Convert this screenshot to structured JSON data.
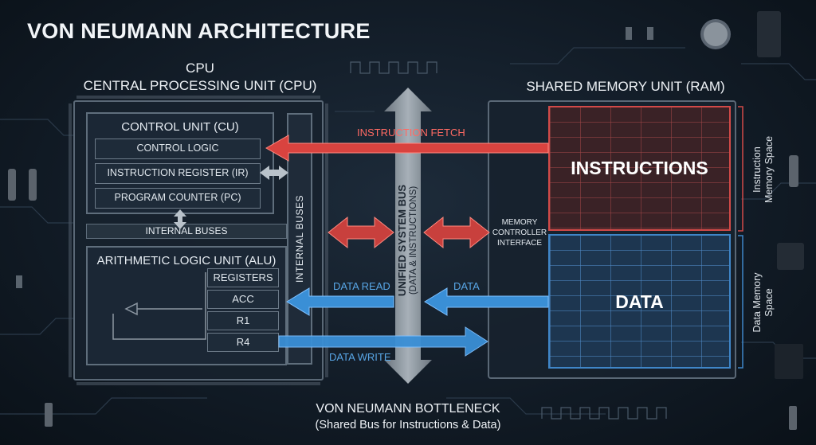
{
  "title": "VON NEUMANN ARCHITECTURE",
  "cpu": {
    "label_short": "CPU",
    "label_full": "CENTRAL PROCESSING UNIT (CPU)",
    "control_unit": {
      "title": "CONTROL UNIT (CU)",
      "items": [
        "CONTROL LOGIC",
        "INSTRUCTION REGISTER (IR)",
        "PROGRAM COUNTER (PC)"
      ]
    },
    "internal_buses_horizontal": "INTERNAL BUSES",
    "internal_buses_vertical": "INTERNAL BUSES",
    "alu": {
      "title": "ARITHMETIC LOGIC UNIT (ALU)",
      "registers": [
        "REGISTERS",
        "ACC",
        "R1",
        "R4"
      ]
    }
  },
  "bus": {
    "line1": "UNIFIED SYSTEM BUS",
    "line2": "(DATA & INSTRUCTIONS)"
  },
  "arrows": {
    "instruction_fetch": "INSTRUCTION FETCH",
    "data_read": "DATA READ",
    "data": "DATA",
    "data_write": "DATA WRITE"
  },
  "memory": {
    "label": "SHARED MEMORY UNIT  (RAM)",
    "controller": [
      "MEMORY",
      "CONTROLLER",
      "INTERFACE"
    ],
    "instructions_label": "INSTRUCTIONS",
    "data_label": "DATA",
    "instruction_space": [
      "Instruction",
      "Memory Space"
    ],
    "data_space": [
      "Data Memory",
      "Space"
    ]
  },
  "bottleneck": {
    "title": "VON NEUMANN BOTTLENECK",
    "subtitle": "(Shared Bus for Instructions & Data)"
  },
  "colors": {
    "fetch_red": "#d9433f",
    "data_blue": "#3a8fd6",
    "bus_gray": "#8b959e"
  }
}
